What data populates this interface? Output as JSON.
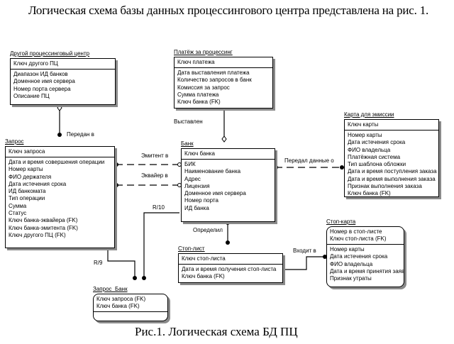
{
  "intro_text": "Логическая схема базы данных процессингового центра представлена на рис. 1.",
  "caption": "Рис.1. Логическая схема БД ПЦ",
  "entities": {
    "other_pc": {
      "title": "Другой процессинговый центр",
      "keys": [
        "Ключ другого ПЦ"
      ],
      "attributes": [
        "Диапазон ИД банков",
        "Доменное имя сервера",
        "Номер порта сервера",
        "Описание ПЦ"
      ]
    },
    "payment": {
      "title": "Платёж за процессинг",
      "keys": [
        "Ключ платежа"
      ],
      "attributes": [
        "Дата выставления платежа",
        "Количество запросов в банк",
        "Комиссия за запрос",
        "Сумма платежа",
        "Ключ банка (FK)"
      ]
    },
    "request": {
      "title": "Запрос",
      "keys": [
        "Ключ запроса"
      ],
      "attributes": [
        "Дата и время совершения операции",
        "Номер карты",
        "ФИО держателя",
        "Дата истечения срока",
        "ИД банкомата",
        "Тип операции",
        "Сумма",
        "Статус",
        "Ключ банка-эквайера (FK)",
        "Ключ банка-эмитента (FK)",
        "Ключ другого ПЦ (FK)"
      ]
    },
    "bank": {
      "title": "Банк",
      "keys": [
        "Ключ банка"
      ],
      "attributes": [
        "БИК",
        "Наименование банка",
        "Адрес",
        "Лицензия",
        "Доменное имя сервера",
        "Номер порта",
        "ИД банка"
      ]
    },
    "emission_card": {
      "title": "Карта для эмиссии",
      "keys": [
        "Ключ карты"
      ],
      "attributes": [
        "Номер карты",
        "Дата истечения срока",
        "ФИО владельца",
        "Платёжная система",
        "Тип шаблона обложки",
        "Дата и время поступления заказа",
        "Дата и время выполнения заказа",
        "Признак выполнения заказа",
        "Ключ банка (FK)"
      ]
    },
    "stop_list": {
      "title": "Стоп-лист",
      "keys": [
        "Ключ стоп-листа"
      ],
      "attributes": [
        "Дата и время получения стоп-листа",
        "Ключ банка (FK)"
      ]
    },
    "stop_card": {
      "title": "Стоп-карта",
      "keys": [
        "Номер в стоп-листе",
        "Ключ стоп-листа (FK)"
      ],
      "attributes": [
        "Номер карты",
        "Дата истечения срока",
        "ФИО владельца",
        "Дата и время принятия заявки",
        "Признак утраты"
      ]
    },
    "request_bank": {
      "title": "Запрос_Банк",
      "keys": [
        "Ключ запроса (FK)",
        "Ключ банка (FK)"
      ],
      "attributes": []
    }
  },
  "relationships": {
    "passed_to": "Передан в",
    "issued": "Выставлен",
    "issuer_in": "Эмитент в",
    "acquirer_in": "Эквайер в",
    "transferred_data": "Передал данные о",
    "defined": "Определил",
    "included_in": "Входит в",
    "r10": "R/10",
    "r9": "R/9"
  }
}
